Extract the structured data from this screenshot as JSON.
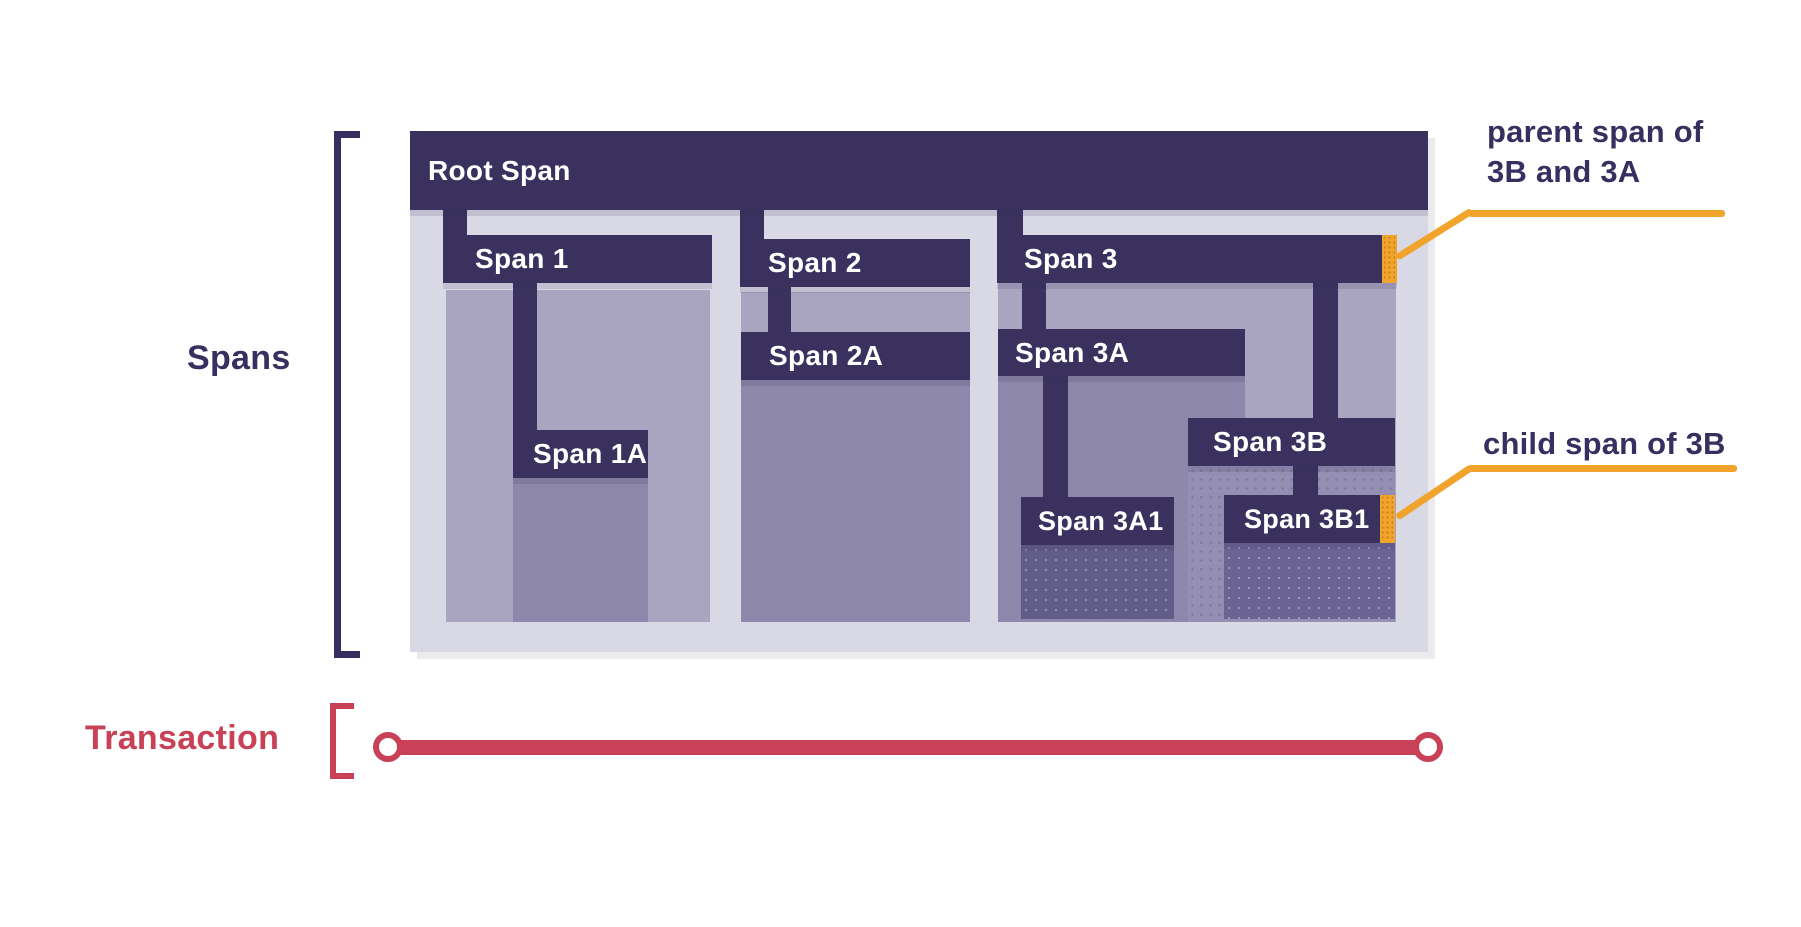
{
  "side_labels": {
    "spans": "Spans",
    "transaction": "Transaction"
  },
  "bars": {
    "root": "Root Span",
    "span1": "Span 1",
    "span2": "Span 2",
    "span3": "Span 3",
    "span1a": "Span 1A",
    "span2a": "Span 2A",
    "span3a": "Span 3A",
    "span3b": "Span 3B",
    "span3a1": "Span 3A1",
    "span3b1": "Span 3B1"
  },
  "annotations": {
    "parent_line1": "parent span of",
    "parent_line2": "3B and 3A",
    "child": "child span of 3B"
  },
  "colors": {
    "bar": "#3A315F",
    "panel": "#D9D8E5",
    "light": "#A9A4C0",
    "mid": "#8D87AB",
    "dotted_light": "#948EB3",
    "indigo_a": "#625C8A",
    "indigo_b": "#6A6394",
    "orange": "#F0A42C",
    "red": "#C84157",
    "navy": "#363060",
    "white": "#FFFFFF"
  }
}
